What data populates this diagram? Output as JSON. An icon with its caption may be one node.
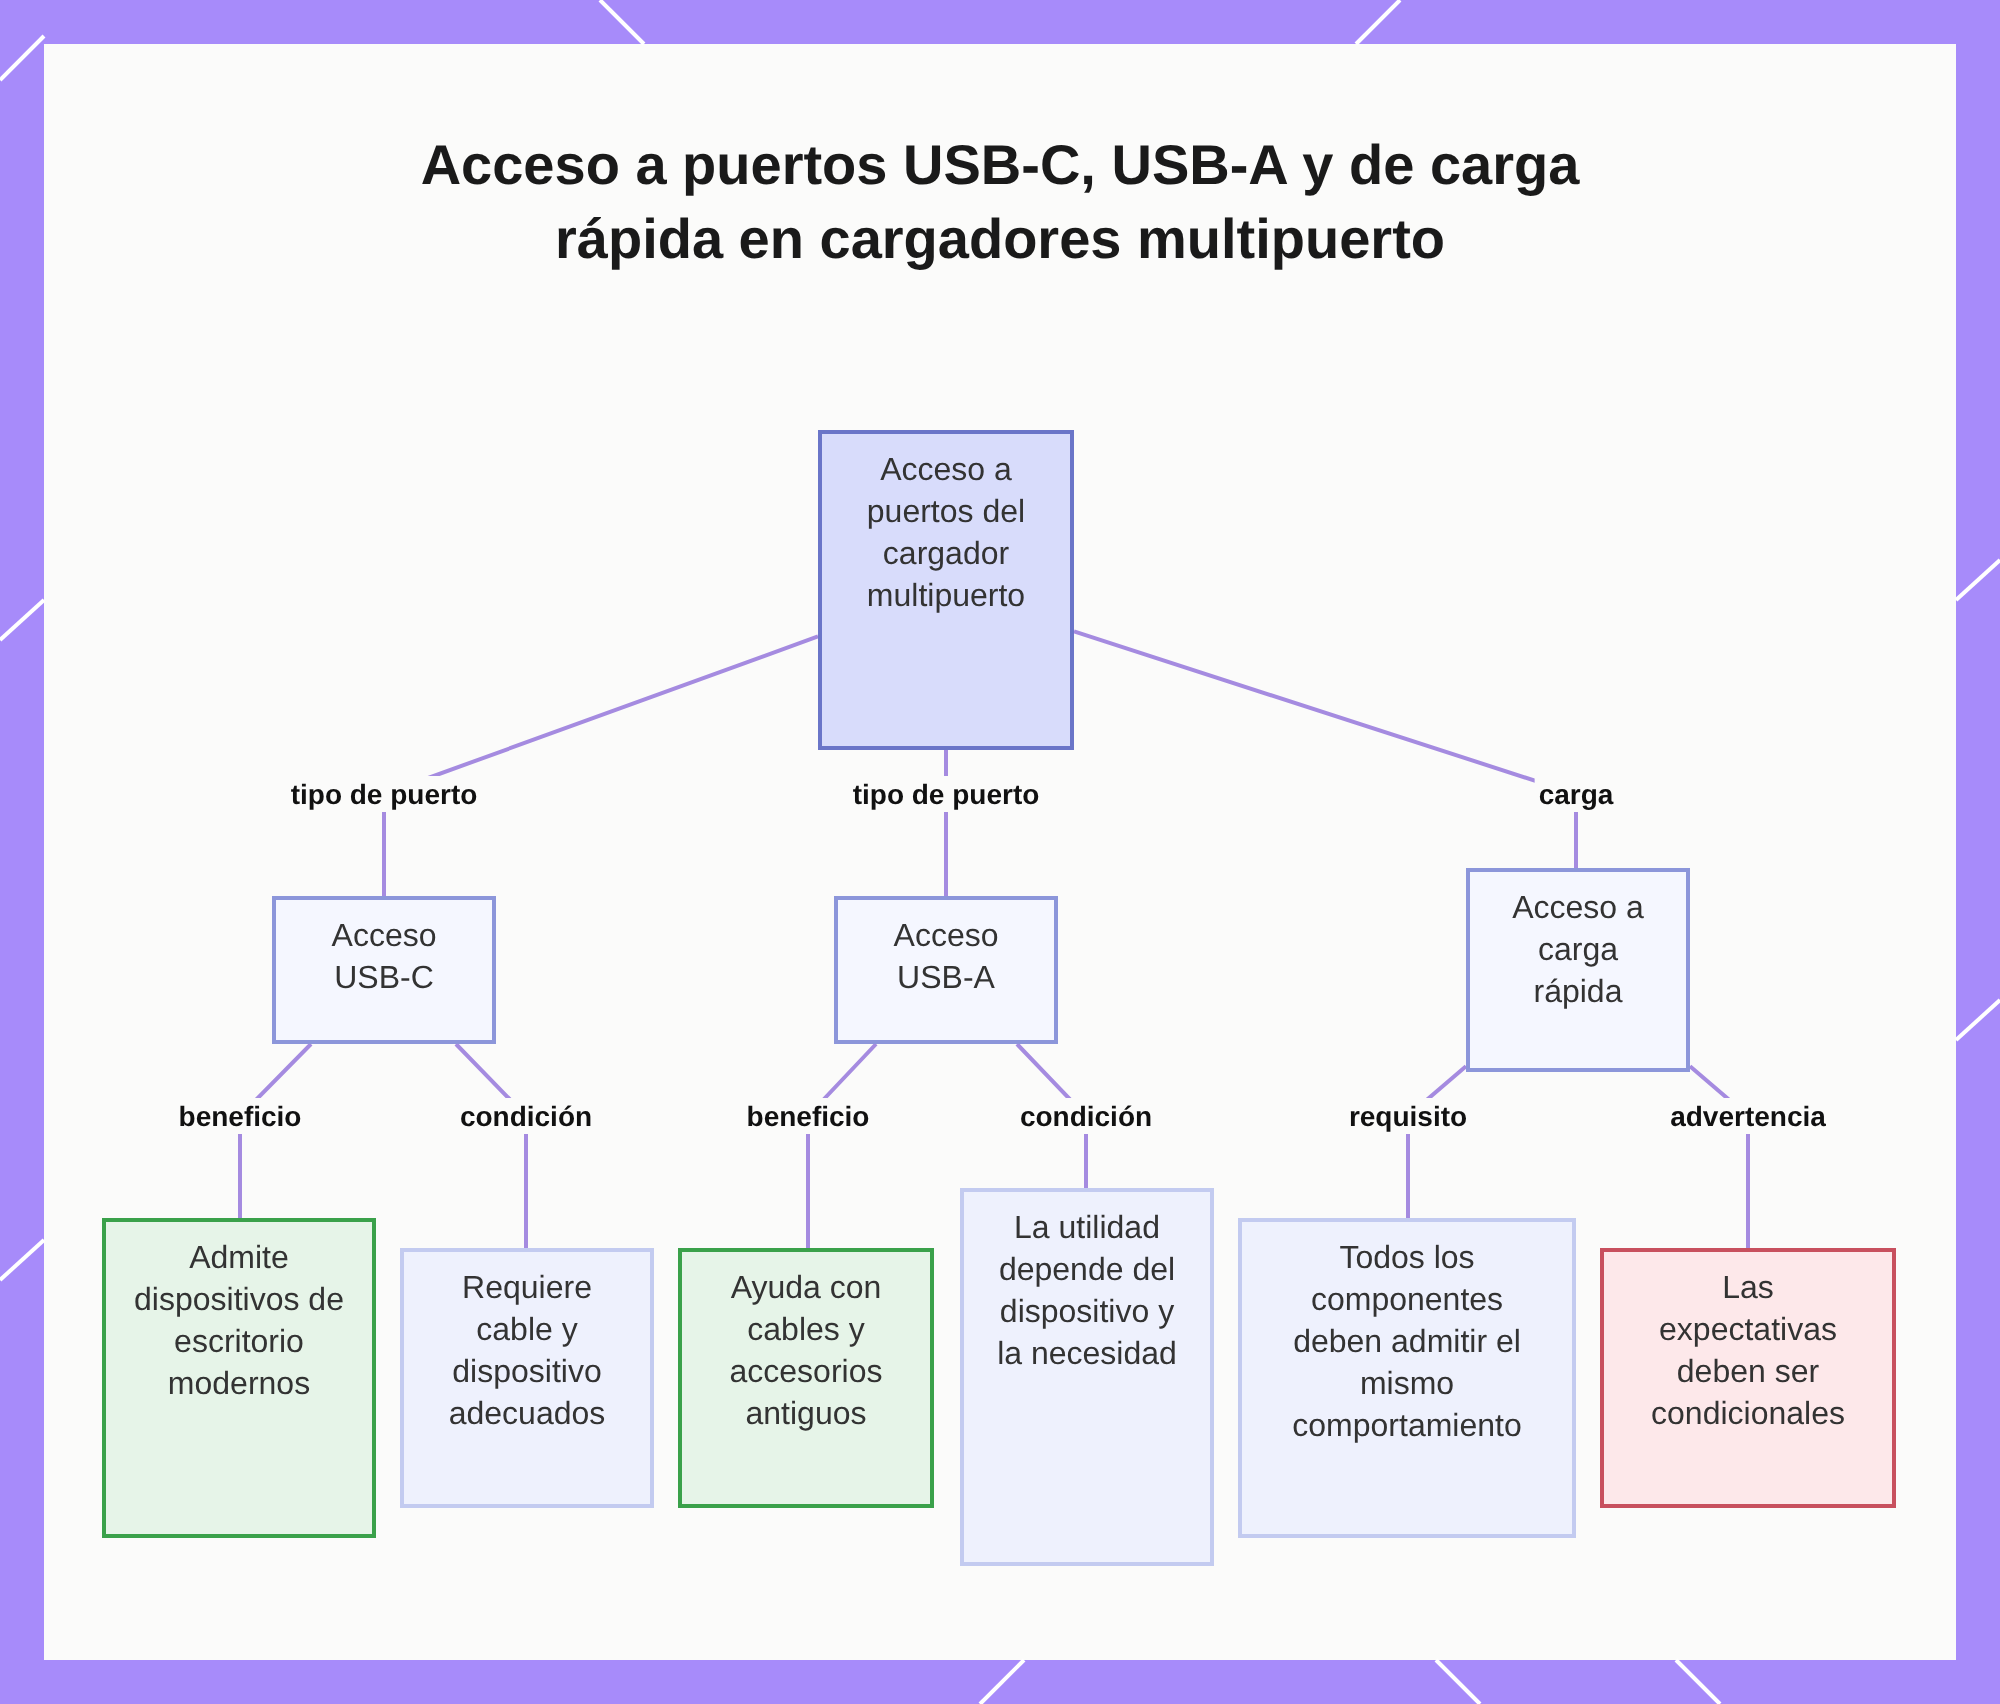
{
  "diagram": {
    "title": "Acceso a puertos USB-C, USB-A y de carga rápida en cargadores multipuerto",
    "nodes": [
      {
        "text": [
          "Acceso a puertos del cargador multipuerto"
        ]
      },
      {
        "text": [
          "Acceso USB-C"
        ]
      },
      {
        "text": [
          "Acceso USB-A"
        ]
      },
      {
        "text": [
          "Acceso a carga rápida"
        ]
      },
      {
        "text": [
          "Admite dispositivos de escritorio modernos"
        ]
      },
      {
        "text": [
          "Requiere cable y dispositivo adecuados"
        ]
      },
      {
        "text": [
          "Ayuda con cables y accesorios antiguos"
        ]
      },
      {
        "text": [
          "La utilidad depende del dispositivo y la necesidad"
        ]
      },
      {
        "text": [
          "Todos los componentes deben admitir el mismo comportamiento"
        ]
      },
      {
        "text": [
          "Las expectativas deben ser condicionales"
        ]
      }
    ],
    "edges": [
      {
        "from": 0,
        "to": 1,
        "arrow": "none",
        "label": "tipo de puerto"
      },
      {
        "from": 0,
        "to": 2,
        "arrow": "none",
        "label": "tipo de puerto"
      },
      {
        "from": 0,
        "to": 3,
        "arrow": "none",
        "label": "carga"
      },
      {
        "from": 1,
        "to": 4,
        "arrow": "none",
        "label": "beneficio"
      },
      {
        "from": 1,
        "to": 5,
        "arrow": "none",
        "label": "condición"
      },
      {
        "from": 2,
        "to": 6,
        "arrow": "none",
        "label": "beneficio"
      },
      {
        "from": 2,
        "to": 7,
        "arrow": "none",
        "label": "condición"
      },
      {
        "from": 3,
        "to": 8,
        "arrow": "none",
        "label": "requisito"
      },
      {
        "from": 3,
        "to": 9,
        "arrow": "none",
        "label": "advertencia"
      }
    ]
  }
}
